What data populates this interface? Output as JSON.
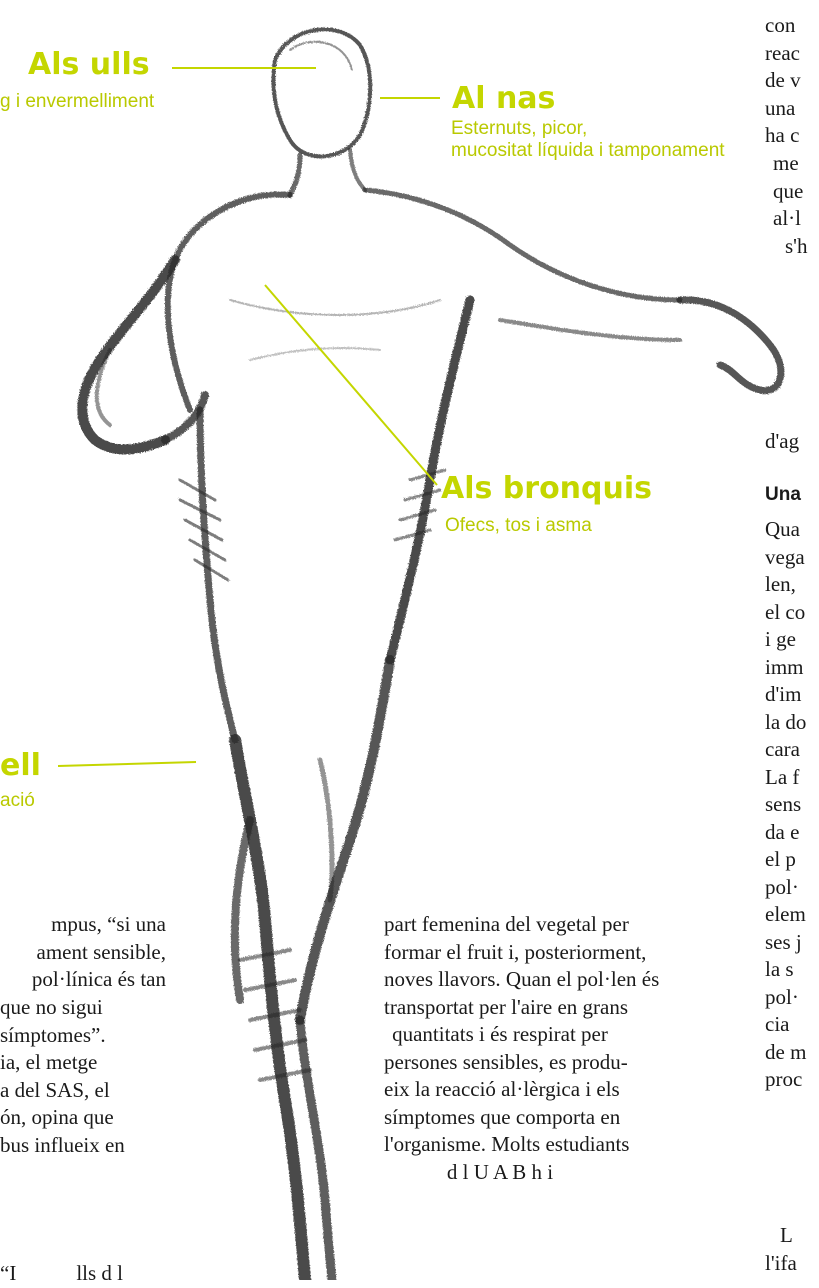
{
  "callouts": {
    "eyes": {
      "title": "Als ulls",
      "text": "g i envermelliment"
    },
    "nose": {
      "title": "Al nas",
      "lines": [
        "Esternuts, picor,",
        "mucositat líquida i tamponament"
      ]
    },
    "bronchi": {
      "title": "Als bronquis",
      "text": "Ofecs, tos i asma"
    },
    "skin": {
      "title": "ell",
      "text": "ació"
    }
  },
  "right_column": {
    "lines": [
      "con",
      "reac",
      "de v",
      "una",
      "ha c",
      "me",
      "que",
      "al·l",
      "s'h"
    ],
    "trailing": "d'ag",
    "heading": "Una",
    "lines2": [
      "Qua",
      "vega",
      "len,",
      "el co",
      "i ge",
      "imm",
      "d'im",
      "la do",
      "cara",
      "La f",
      "sens",
      "da e",
      "el p",
      "pol·",
      "elem",
      "ses j",
      "la s",
      "pol·",
      "cia",
      "de m",
      "proc",
      "L",
      "l'ifa"
    ]
  },
  "bottom_left": {
    "lines": [
      "mpus, “si una",
      "ament sensible,",
      "pol·línica és tan",
      "que no sigui",
      "símptomes”.",
      "ia, el metge",
      "a del SAS, el",
      "ón, opina que",
      "bus influeix en",
      "“I",
      "lls d l"
    ]
  },
  "bottom_middle": {
    "lines": [
      "part femenina del vegetal per",
      "formar el fruit i, posteriorment,",
      "noves llavors. Quan el pol·len és",
      "transportat per l'aire en grans",
      "quantitats i és respirat per",
      "persones sensibles, es produ-",
      "eix la reacció al·lèrgica i els",
      "símptomes que comporta en",
      "l'organisme. Molts estudiants",
      "d l   U A B   h   i"
    ]
  },
  "colors": {
    "accent": "#c4d600",
    "text": "#1a1a1a",
    "sketch": "#2a2a2a"
  }
}
